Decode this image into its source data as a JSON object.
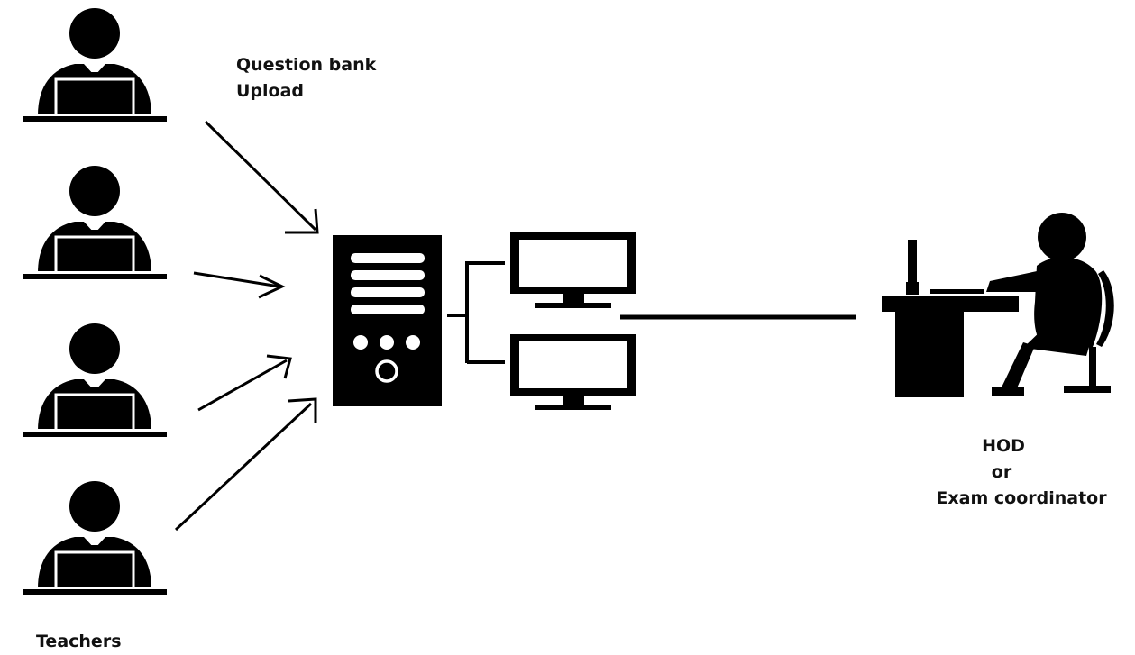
{
  "diagram": {
    "upload_label": {
      "line1": "Question bank",
      "line2": "Upload"
    },
    "teachers_label": "Teachers",
    "coordinator_label": {
      "line1": "HOD",
      "line2": "or",
      "line3": "Exam coordinator"
    },
    "icons": {
      "teacher": "teacher-at-laptop-icon",
      "server": "server-tower-icon",
      "monitor": "monitor-icon",
      "coordinator": "person-at-desk-computer-icon"
    },
    "colors": {
      "ink": "#000000",
      "background": "#ffffff"
    }
  }
}
